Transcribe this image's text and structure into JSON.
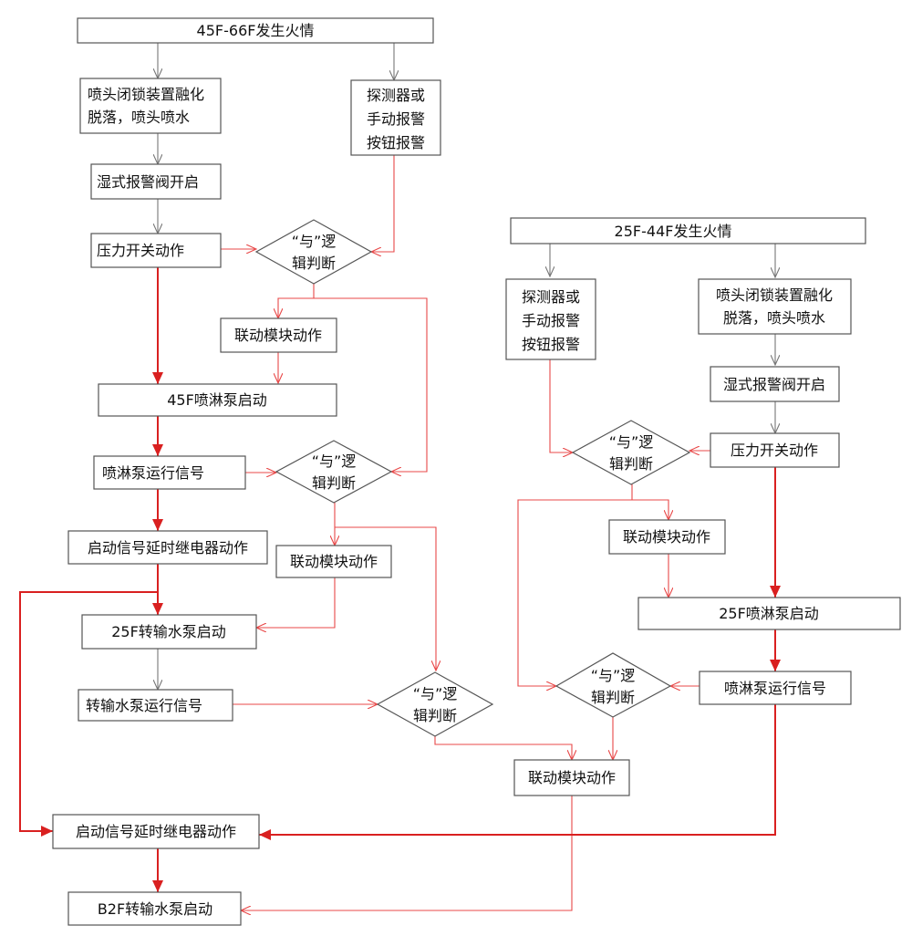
{
  "nodes": {
    "fire_45_66": "45F-66F发生火情",
    "sprinkler_left": [
      "喷头闭锁装置融化",
      "脱落，喷头喷水"
    ],
    "detector_left": [
      "探测器或",
      "手动报警",
      "按钮报警"
    ],
    "wet_valve_left": "湿式报警阀开启",
    "pressure_left": "压力开关动作",
    "and_logic_1": [
      "“与”逻",
      "辑判断"
    ],
    "link_module_1": "联动模块动作",
    "pump_45f": "45F喷淋泵启动",
    "pump_run_left": "喷淋泵运行信号",
    "and_logic_2": [
      "“与”逻",
      "辑判断"
    ],
    "delay_relay_left": "启动信号延时继电器动作",
    "link_module_2": "联动模块动作",
    "transfer_25f": "25F转输水泵启动",
    "transfer_run": "转输水泵运行信号",
    "and_logic_3": [
      "“与”逻",
      "辑判断"
    ],
    "fire_25_44": "25F-44F发生火情",
    "detector_right": [
      "探测器或",
      "手动报警",
      "按钮报警"
    ],
    "sprinkler_right": [
      "喷头闭锁装置融化",
      "脱落，喷头喷水"
    ],
    "wet_valve_right": "湿式报警阀开启",
    "pressure_right": "压力开关动作",
    "and_logic_4": [
      "“与”逻",
      "辑判断"
    ],
    "link_module_3": "联动模块动作",
    "pump_25f": "25F喷淋泵启动",
    "pump_run_right": "喷淋泵运行信号",
    "and_logic_5": [
      "“与”逻",
      "辑判断"
    ],
    "link_module_4": "联动模块动作",
    "delay_relay_bottom": "启动信号延时继电器动作",
    "transfer_b2f": "B2F转输水泵启动"
  },
  "colors": {
    "box_stroke": "#555555",
    "gray_connector": "#777777",
    "red_connector": "#e84848",
    "red_main_path": "#d92020"
  }
}
